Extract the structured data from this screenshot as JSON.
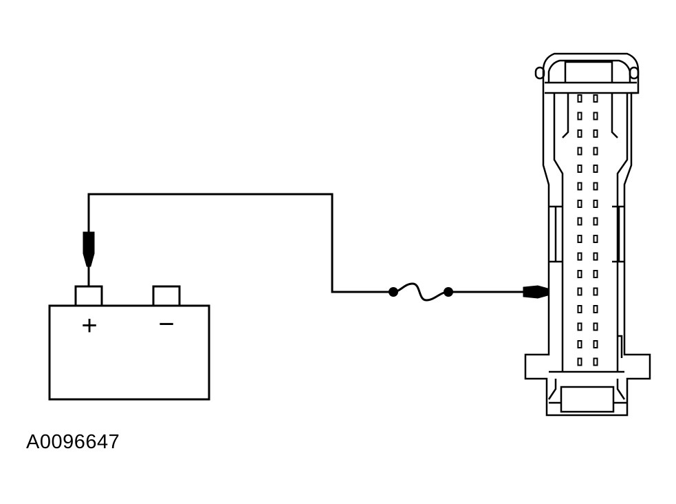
{
  "diagram": {
    "figure_id": "A0096647",
    "battery": {
      "positive_symbol": "+",
      "negative_symbol": "−"
    },
    "connector": {
      "pin_rows": 16,
      "pin_columns": 2,
      "probed_row": 12
    },
    "colors": {
      "stroke": "#000000",
      "background": "#ffffff"
    }
  }
}
